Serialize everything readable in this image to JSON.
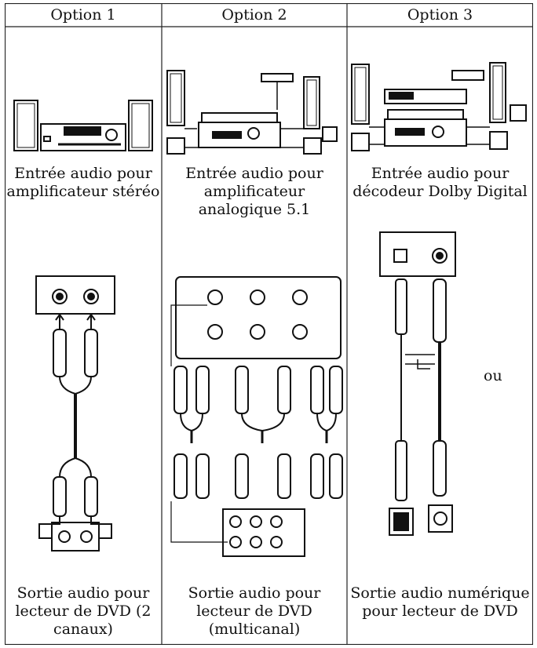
{
  "header": {
    "option1": "Option 1",
    "option2": "Option 2",
    "option3": "Option 3"
  },
  "inputs": {
    "option1": "Entrée audio pour amplificateur stéréo",
    "option2": "Entrée audio pour amplificateur analogique 5.1",
    "option3": "Entrée audio pour décodeur Dolby Digital"
  },
  "outputs": {
    "option1": "Sortie audio pour lecteur de DVD (2 canaux)",
    "option2": "Sortie audio pour lecteur de DVD (multicanal)",
    "option3": "Sortie audio numérique pour lecteur de DVD"
  },
  "labels": {
    "or": "ou"
  }
}
